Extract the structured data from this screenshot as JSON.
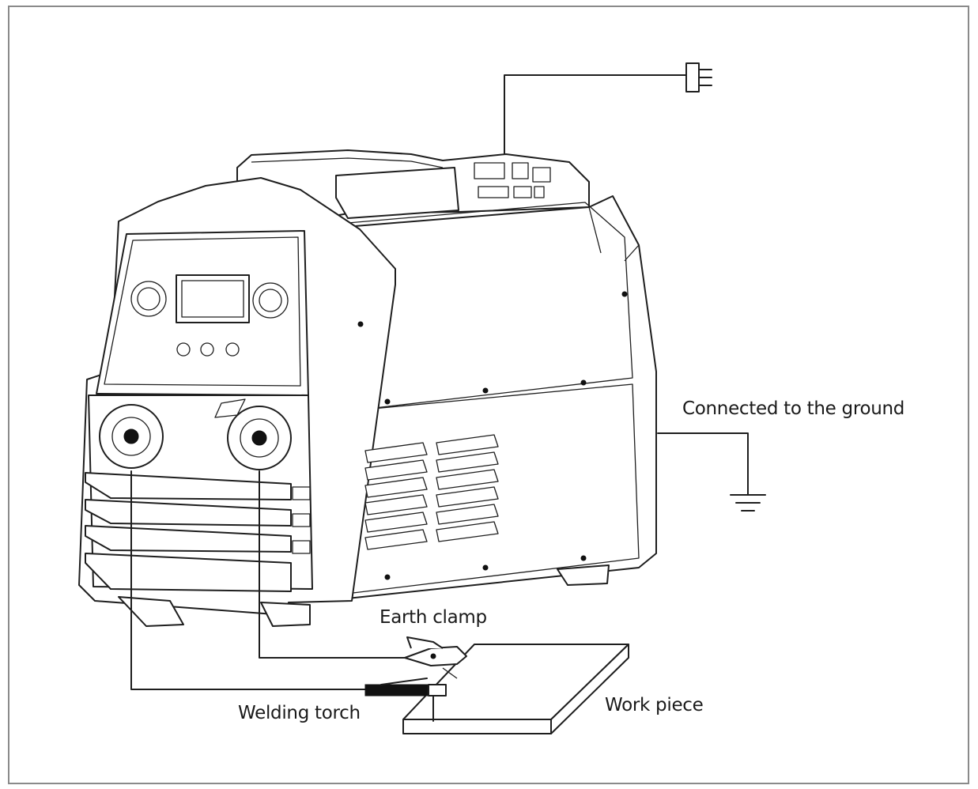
{
  "labels": {
    "ground": "Connected to the ground",
    "earth_clamp": "Earth clamp",
    "welding_torch": "Welding torch",
    "work_piece": "Work piece"
  },
  "icons": [
    "power-plug-icon",
    "ground-symbol-icon",
    "welding-machine-icon",
    "earth-clamp-icon",
    "welding-torch-icon",
    "work-piece-icon"
  ],
  "colors": {
    "line": "#1e1e1e",
    "frame": "#8a8a8a",
    "background": "#ffffff"
  }
}
